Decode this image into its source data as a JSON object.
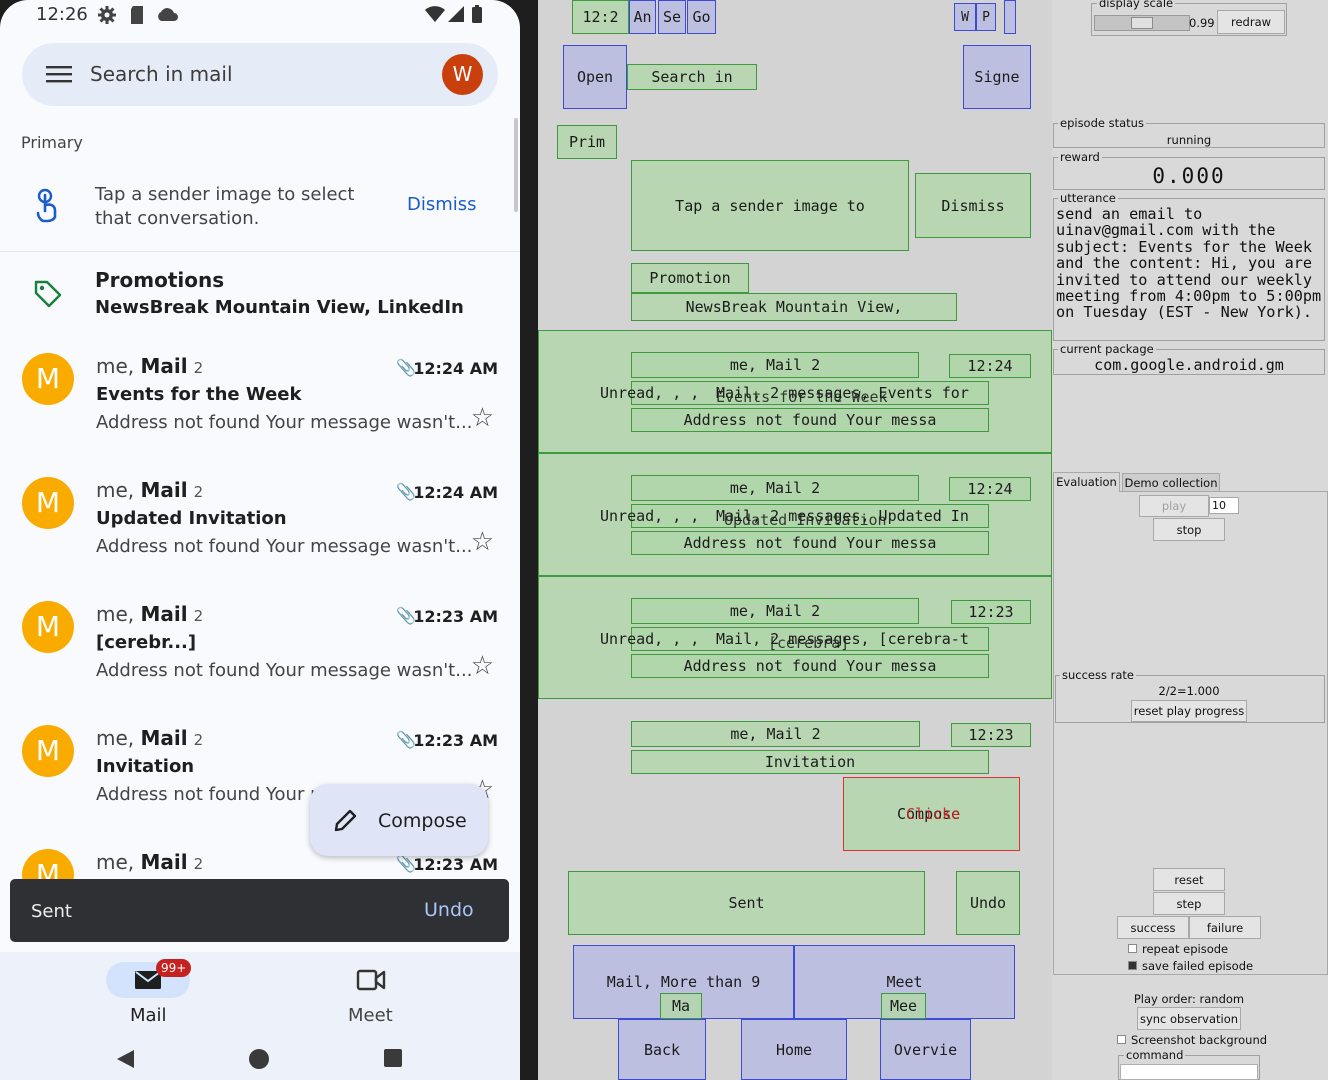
{
  "phone": {
    "status": {
      "time": "12:26"
    },
    "search": {
      "placeholder": "Search in mail",
      "avatar": "W"
    },
    "section": "Primary",
    "tip": {
      "text_line1": "Tap a sender image to select",
      "text_line2": "that conversation.",
      "dismiss": "Dismiss"
    },
    "promotions": {
      "title": "Promotions",
      "subtitle": "NewsBreak Mountain View, LinkedIn"
    },
    "mails": [
      {
        "avatar": "M",
        "sender_prefix": "me, ",
        "sender_bold": "Mail",
        "count": "2",
        "time": "12:24 AM",
        "subject": "Events for the Week",
        "snippet": "Address not found Your message wasn't..."
      },
      {
        "avatar": "M",
        "sender_prefix": "me, ",
        "sender_bold": "Mail",
        "count": "2",
        "time": "12:24 AM",
        "subject": "Updated Invitation",
        "snippet": "Address not found Your message wasn't..."
      },
      {
        "avatar": "M",
        "sender_prefix": "me, ",
        "sender_bold": "Mail",
        "count": "2",
        "time": "12:23 AM",
        "subject": "[cerebr...]",
        "snippet": "Address not found Your message wasn't..."
      },
      {
        "avatar": "M",
        "sender_prefix": "me, ",
        "sender_bold": "Mail",
        "count": "2",
        "time": "12:23 AM",
        "subject": "Invitation",
        "snippet": "Address not found Your m"
      },
      {
        "avatar": "M",
        "sender_prefix": "me, ",
        "sender_bold": "Mail",
        "count": "2",
        "time": "12:23 AM"
      }
    ],
    "compose": "Compose",
    "snackbar": {
      "text": "Sent",
      "action": "Undo"
    },
    "bottom_nav": {
      "mail": "Mail",
      "badge": "99+",
      "meet": "Meet"
    }
  },
  "overlay": {
    "top": [
      "12:2",
      "An",
      "Se",
      "Go",
      "W",
      "P"
    ],
    "open": "Open",
    "search_in": "Search in",
    "signed": "Signe",
    "prim": "Prim",
    "tap": "Tap a sender image to",
    "dismiss": "Dismiss",
    "promotion": "Promotion",
    "newsbreak": "NewsBreak Mountain View,",
    "rows": [
      {
        "sender": "me, Mail  2",
        "time": "12:24",
        "unread": "Unread, , ,",
        "mid_a": "Mail, 2 messages, Events for",
        "mid_b": "Events for the Week",
        "snippet": "Address not found Your messa"
      },
      {
        "sender": "me, Mail  2",
        "time": "12:24",
        "unread": "Unread, , ,",
        "mid_a": "Mail, 2 messages, Updated In",
        "mid_b": "Updated Invitation",
        "snippet": "Address not found Your messa"
      },
      {
        "sender": "me, Mail  2",
        "time": "12:23",
        "unread": "Unread, , ,",
        "mid_a": "Mail, 2 messages, [cerebra-t",
        "mid_b": "[cerebra]",
        "snippet": "Address not found Your messa"
      }
    ],
    "row4_sender": "me, Mail  2",
    "row4_time": "12:23",
    "invitation": "Invitation",
    "compose_a": "Compose",
    "compose_b": "Clicke",
    "sent": "Sent",
    "undo": "Undo",
    "mail_more": "Mail, More than 9",
    "ma": "Ma",
    "meet": "Meet",
    "mee": "Mee",
    "back": "Back",
    "home": "Home",
    "overview": "Overvie"
  },
  "panel": {
    "display_scale": {
      "label": "display scale",
      "value": "0.99",
      "redraw": "redraw",
      "fraction": 0.5
    },
    "episode_status": {
      "label": "episode status",
      "value": "running"
    },
    "reward": {
      "label": "reward",
      "value": "0.000"
    },
    "utterance": {
      "label": "utterance",
      "text": "send an email to uinav@gmail.com with the subject: Events for the Week and the content: Hi, you are invited to attend our weekly meeting from 4:00pm to 5:00pm on Tuesday (EST - New York)."
    },
    "current_package": {
      "label": "current package",
      "value": "com.google.android.gm"
    },
    "tabs": {
      "evaluation": "Evaluation",
      "demo": "Demo collection"
    },
    "play": "play",
    "play_count": "10",
    "stop": "stop",
    "success_rate": {
      "label": "success rate",
      "value": "2/2=1.000",
      "reset": "reset play progress"
    },
    "reset": "reset",
    "step": "step",
    "success": "success",
    "failure": "failure",
    "repeat_episode": "repeat episode",
    "save_failed_episode": "save failed episode",
    "play_order": "Play order: random",
    "sync_observation": "sync observation",
    "screenshot_background": "Screenshot background",
    "command": "command"
  }
}
